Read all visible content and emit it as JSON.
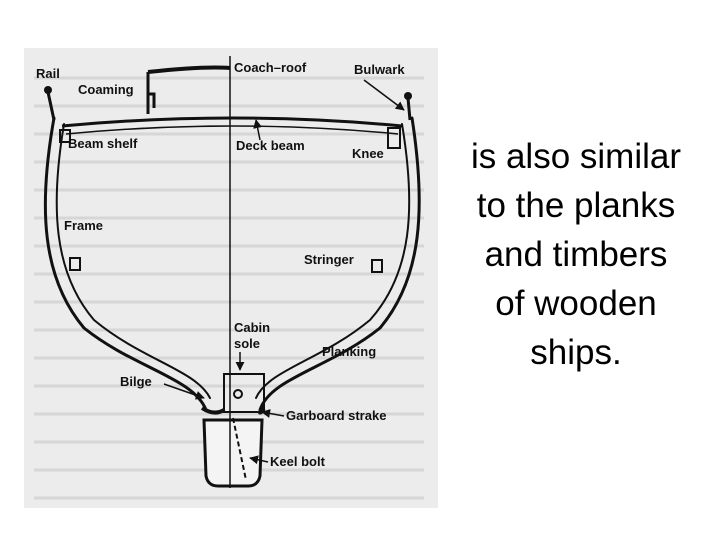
{
  "diagram": {
    "labels": {
      "rail": "Rail",
      "coaming": "Coaming",
      "coach_roof": "Coach–roof",
      "bulwark": "Bulwark",
      "beam_shelf": "Beam shelf",
      "deck_beam": "Deck beam",
      "knee": "Knee",
      "frame": "Frame",
      "stringer": "Stringer",
      "cabin_sole_1": "Cabin",
      "cabin_sole_2": "sole",
      "planking": "Planking",
      "bilge": "Bilge",
      "garboard_strake": "Garboard strake",
      "keel_bolt": "Keel bolt"
    },
    "colors": {
      "background": "#ececec",
      "ink": "#111111"
    }
  },
  "caption": {
    "lines": [
      "is also similar",
      "to the planks",
      "and timbers",
      "of wooden",
      "ships."
    ]
  }
}
